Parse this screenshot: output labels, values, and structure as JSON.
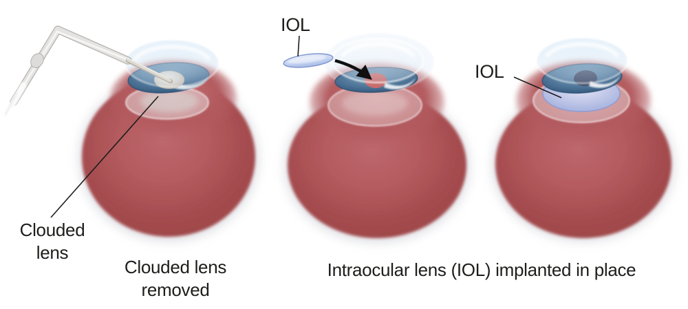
{
  "diagram": {
    "subject": "cataract-surgery-iol-implant",
    "panels": [
      {
        "id": "clouded-lens-removal",
        "callout": "Clouded lens",
        "caption": "Clouded lens removed"
      },
      {
        "id": "iol-insertion",
        "callout": "IOL"
      },
      {
        "id": "iol-implanted",
        "callout": "IOL"
      }
    ],
    "shared_caption": "Intraocular lens (IOL) implanted in place",
    "colors": {
      "background": "#ffffff",
      "eyeball_red": "#b35a5e",
      "eyeball_red_dark": "#9f4649",
      "sclera_halo": "#cfd0d8",
      "iris_blue": "#5c83a4",
      "iris_rim_blue": "#2e5276",
      "empty_capsule_pupil": "#c76c6c",
      "implanted_pupil": "#4a546f",
      "iol_lavender": "#b4c2e8",
      "cornea_tint": "#d7e8f6",
      "clouded_lens_gray": "#d9d5cf",
      "instrument_gray": "#e4e3e1",
      "text": "#1d1d1b",
      "arrow": "#101010"
    }
  }
}
